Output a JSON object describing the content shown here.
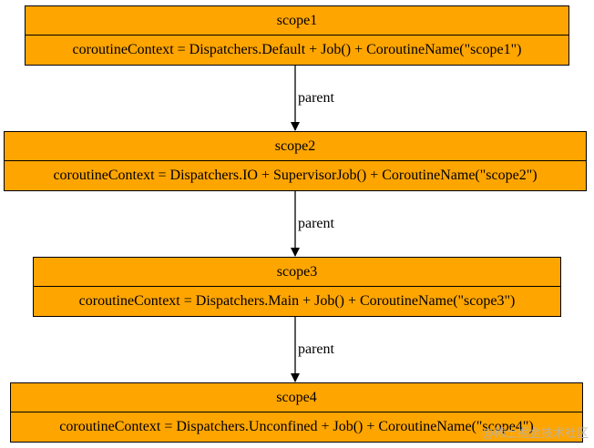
{
  "colors": {
    "node_fill": "#FFA500",
    "stroke": "#000000",
    "background": "#FFFFFF"
  },
  "nodes": [
    {
      "title": "scope1",
      "body": "coroutineContext = Dispatchers.Default + Job() + CoroutineName(\"scope1\")"
    },
    {
      "title": "scope2",
      "body": "coroutineContext = Dispatchers.IO + SupervisorJob() + CoroutineName(\"scope2\")"
    },
    {
      "title": "scope3",
      "body": "coroutineContext = Dispatchers.Main + Job() + CoroutineName(\"scope3\")"
    },
    {
      "title": "scope4",
      "body": "coroutineContext = Dispatchers.Unconfined + Job() + CoroutineName(\"scope4\")"
    }
  ],
  "edges": [
    {
      "from": "scope1",
      "to": "scope2",
      "label": "parent"
    },
    {
      "from": "scope2",
      "to": "scope3",
      "label": "parent"
    },
    {
      "from": "scope3",
      "to": "scope4",
      "label": "parent"
    }
  ],
  "watermark": "@稀土掘金技术社区"
}
